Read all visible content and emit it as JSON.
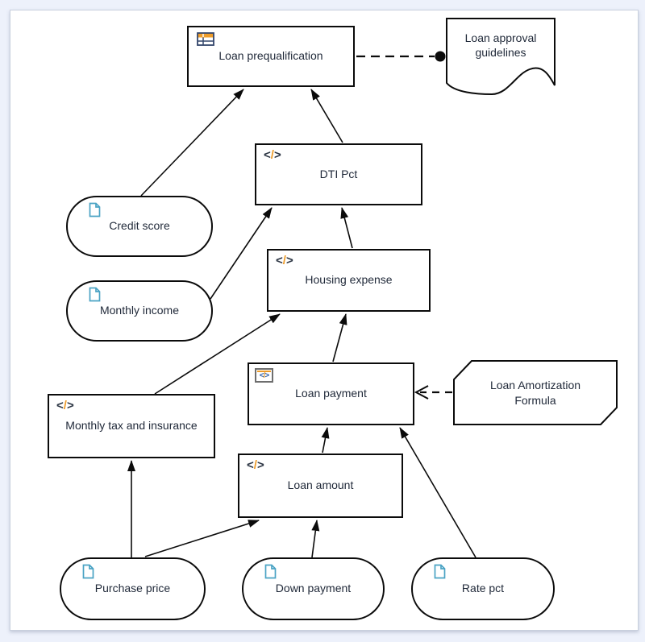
{
  "diagram_type": "DMN decision requirements diagram",
  "nodes": {
    "loan_prequalification": {
      "label": "Loan prequalification",
      "kind": "decision-with-table"
    },
    "loan_approval_guidelines": {
      "label": "Loan approval guidelines",
      "kind": "knowledge-source"
    },
    "dti_pct": {
      "label": "DTI Pct",
      "kind": "decision-expression"
    },
    "credit_score": {
      "label": "Credit score",
      "kind": "input-data"
    },
    "monthly_income": {
      "label": "Monthly income",
      "kind": "input-data"
    },
    "housing_expense": {
      "label": "Housing expense",
      "kind": "decision-expression"
    },
    "loan_payment": {
      "label": "Loan payment",
      "kind": "decision-boxed-expression"
    },
    "loan_amortization_formula": {
      "label": "Loan Amortization Formula",
      "kind": "business-knowledge-model"
    },
    "monthly_tax_and_insurance": {
      "label": "Monthly tax and insurance",
      "kind": "decision-expression"
    },
    "loan_amount": {
      "label": "Loan amount",
      "kind": "decision-expression"
    },
    "purchase_price": {
      "label": "Purchase price",
      "kind": "input-data"
    },
    "down_payment": {
      "label": "Down payment",
      "kind": "input-data"
    },
    "rate_pct": {
      "label": "Rate pct",
      "kind": "input-data"
    }
  },
  "edges": [
    {
      "from": "credit_score",
      "to": "loan_prequalification",
      "style": "solid-arrow"
    },
    {
      "from": "dti_pct",
      "to": "loan_prequalification",
      "style": "solid-arrow"
    },
    {
      "from": "monthly_income",
      "to": "dti_pct",
      "style": "solid-arrow"
    },
    {
      "from": "housing_expense",
      "to": "dti_pct",
      "style": "solid-arrow"
    },
    {
      "from": "monthly_tax_and_insurance",
      "to": "housing_expense",
      "style": "solid-arrow"
    },
    {
      "from": "loan_payment",
      "to": "housing_expense",
      "style": "solid-arrow"
    },
    {
      "from": "loan_amount",
      "to": "loan_payment",
      "style": "solid-arrow"
    },
    {
      "from": "rate_pct",
      "to": "loan_payment",
      "style": "solid-arrow"
    },
    {
      "from": "purchase_price",
      "to": "monthly_tax_and_insurance",
      "style": "solid-arrow"
    },
    {
      "from": "purchase_price",
      "to": "loan_amount",
      "style": "solid-arrow"
    },
    {
      "from": "down_payment",
      "to": "loan_amount",
      "style": "solid-arrow"
    },
    {
      "from": "loan_prequalification",
      "to": "loan_approval_guidelines",
      "style": "dashed-filled-circle"
    },
    {
      "from": "loan_amortization_formula",
      "to": "loan_payment",
      "style": "dashed-open-arrow"
    }
  ],
  "icons": {
    "code": {
      "open": "<",
      "slash": "/",
      "close": ">"
    }
  },
  "colors": {
    "accent_orange": "#ee9d2b",
    "doc_icon_blue": "#4aa3c4",
    "boxed_code_blue": "#2e5faa",
    "node_stroke": "#0b0b0b",
    "node_fill": "#ffffff",
    "text": "#1f2838",
    "page_background": "#edf1fb",
    "canvas_background": "#ffffff"
  }
}
